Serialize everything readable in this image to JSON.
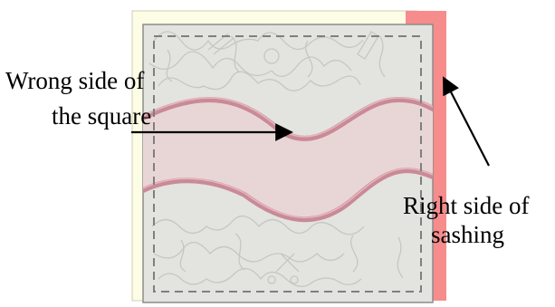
{
  "labels": {
    "wrong_side_line1": "Wrong side of",
    "wrong_side_line2": "the square",
    "right_side_line1": "Right side of",
    "right_side_line2": "sashing"
  },
  "colors": {
    "background": "#ffffff",
    "sashing_cream": "#fdfde6",
    "sashing_red": "#f68c8c",
    "square_fill": "#e3e3df",
    "square_border": "#8c8c8c",
    "dashed_line": "#7f7f7f",
    "band_fill": "#e8d6d6",
    "band_edge": "#c98a96",
    "quilting_stitch": "#c6c6c2",
    "arrow": "#000000"
  }
}
